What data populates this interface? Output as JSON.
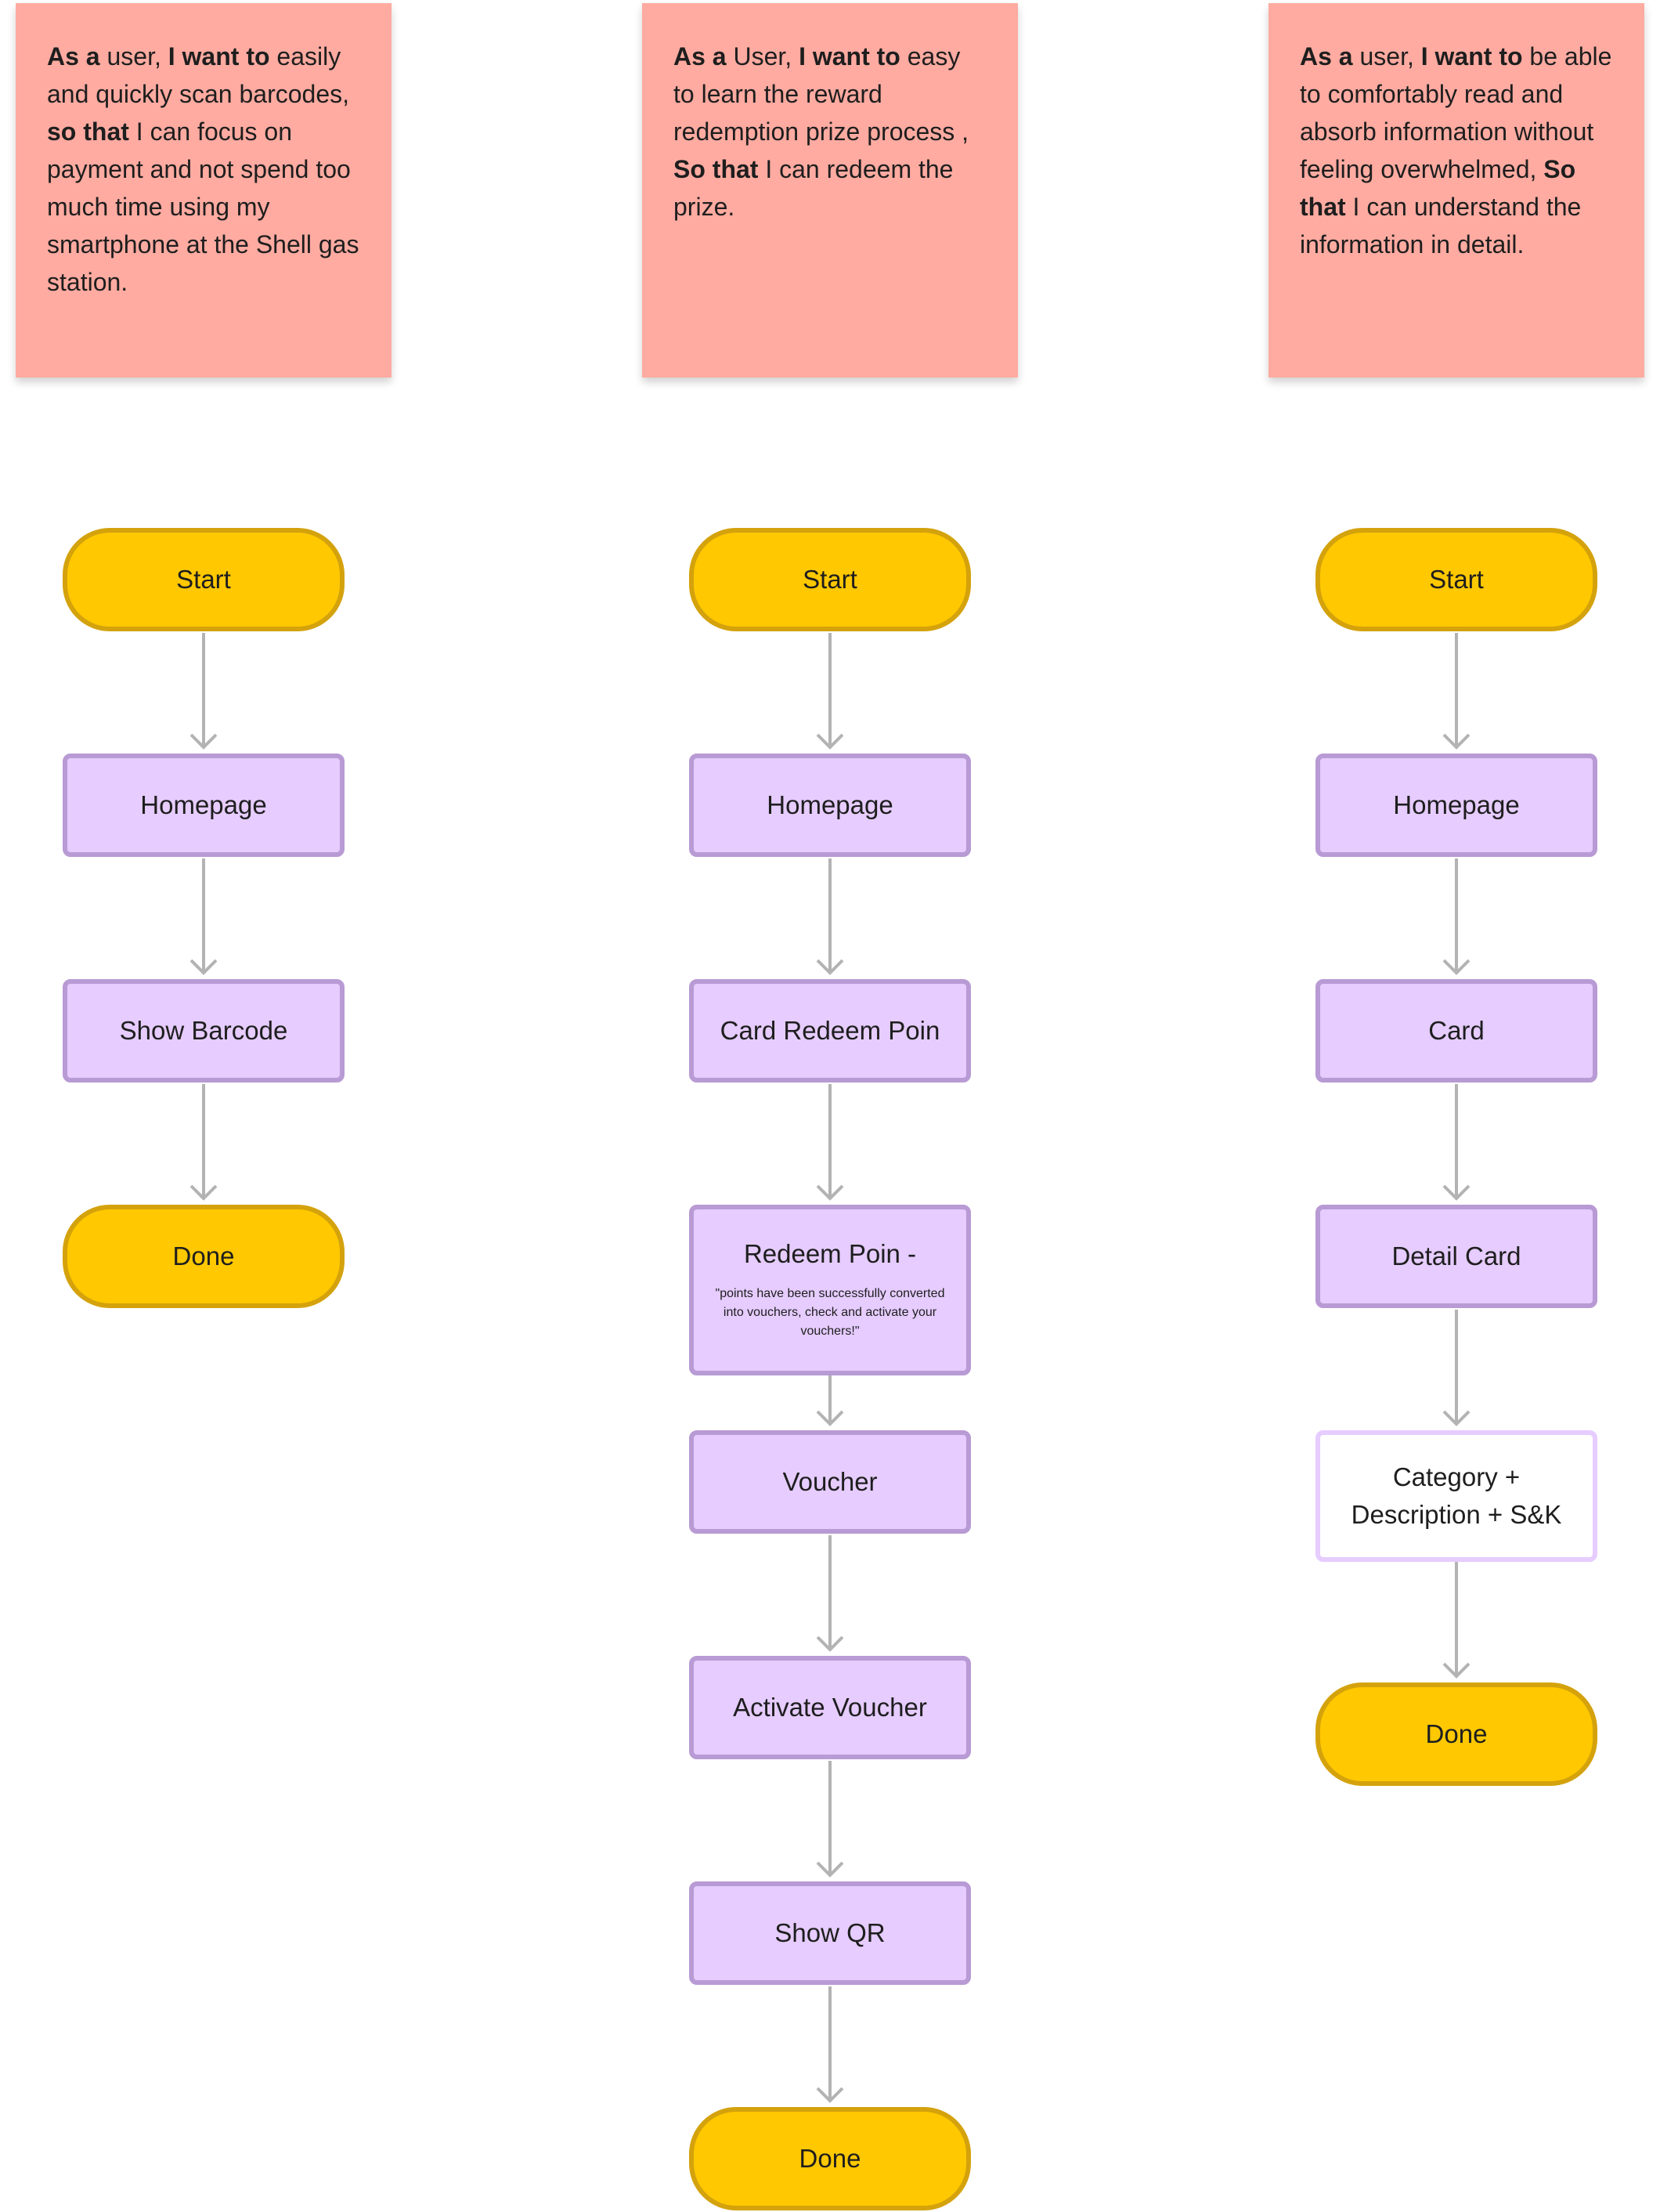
{
  "stories": [
    {
      "segments": [
        {
          "text": "As a",
          "bold": true
        },
        {
          "text": " user, ",
          "bold": false
        },
        {
          "text": "I want to",
          "bold": true
        },
        {
          "text": " easily and quickly scan barcodes, ",
          "bold": false
        },
        {
          "text": "so that",
          "bold": true
        },
        {
          "text": " I can focus on payment and not spend too much time using my smartphone at the Shell gas station.",
          "bold": false
        }
      ]
    },
    {
      "segments": [
        {
          "text": "As a",
          "bold": true
        },
        {
          "text": " User, ",
          "bold": false
        },
        {
          "text": "I want to",
          "bold": true
        },
        {
          "text": " easy to learn the reward redemption prize process , ",
          "bold": false
        },
        {
          "text": "So that",
          "bold": true
        },
        {
          "text": " I can redeem the prize.",
          "bold": false
        }
      ]
    },
    {
      "segments": [
        {
          "text": "As a",
          "bold": true
        },
        {
          "text": " user, ",
          "bold": false
        },
        {
          "text": "I want to",
          "bold": true
        },
        {
          "text": " be able to comfortably read and absorb information without feeling overwhelmed, ",
          "bold": false
        },
        {
          "text": "So that",
          "bold": true
        },
        {
          "text": " I can understand the information in detail.",
          "bold": false
        }
      ]
    }
  ],
  "flows": [
    {
      "nodes": [
        {
          "type": "terminal",
          "label": "Start"
        },
        {
          "type": "process",
          "label": "Homepage"
        },
        {
          "type": "process",
          "label": "Show Barcode"
        },
        {
          "type": "terminal",
          "label": "Done"
        }
      ]
    },
    {
      "nodes": [
        {
          "type": "terminal",
          "label": "Start"
        },
        {
          "type": "process",
          "label": "Homepage"
        },
        {
          "type": "process",
          "label": "Card Redeem Poin"
        },
        {
          "type": "process",
          "label": "Redeem Poin -",
          "sub": "\"points have been successfully converted into vouchers, check and activate your vouchers!\""
        },
        {
          "type": "process",
          "label": "Voucher"
        },
        {
          "type": "process",
          "label": "Activate Voucher"
        },
        {
          "type": "process",
          "label": "Show QR"
        },
        {
          "type": "terminal",
          "label": "Done"
        }
      ]
    },
    {
      "nodes": [
        {
          "type": "terminal",
          "label": "Start"
        },
        {
          "type": "process",
          "label": "Homepage"
        },
        {
          "type": "process",
          "label": "Card"
        },
        {
          "type": "process",
          "label": "Detail Card"
        },
        {
          "type": "outline",
          "label": "Category + Description + S&K"
        },
        {
          "type": "terminal",
          "label": "Done"
        }
      ]
    }
  ]
}
